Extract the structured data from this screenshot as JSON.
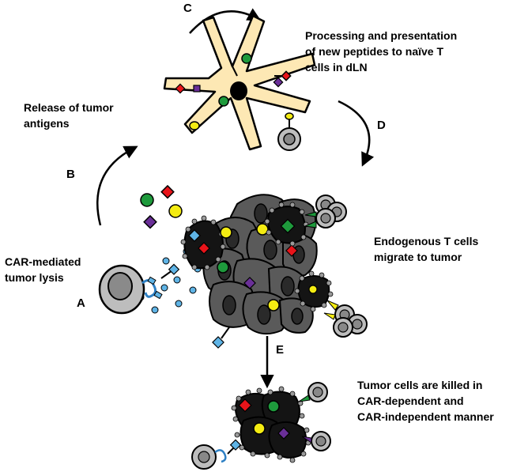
{
  "labels": {
    "step_a": "A",
    "step_b": "B",
    "step_c": "C",
    "step_d": "D",
    "step_e": "E",
    "car_lysis_line1": "CAR-mediated",
    "car_lysis_line2": "tumor lysis",
    "release_line1": "Release of tumor",
    "release_line2": "antigens",
    "processing_line1": "Processing and presentation",
    "processing_line2": "of new peptides to naïve T",
    "processing_line3": "cells in dLN",
    "migrate_line1": "Endogenous T cells",
    "migrate_line2": "migrate to tumor",
    "killed_line1": "Tumor cells are killed in",
    "killed_line2": "CAR-dependent and",
    "killed_line3": "CAR-independent manner"
  },
  "colors": {
    "antigen_green": "#1e9a3c",
    "antigen_red": "#e8141a",
    "antigen_yellow": "#f4ec12",
    "antigen_purple": "#6a2f98",
    "antigen_light_blue": "#5fb4e6",
    "dendritic_cell": "#fde8b4",
    "tumor_cell": "#5a5a5a",
    "dying_cell": "#141414",
    "t_cell": "#bdbdbd",
    "car_receptor": "#2e80c4"
  }
}
